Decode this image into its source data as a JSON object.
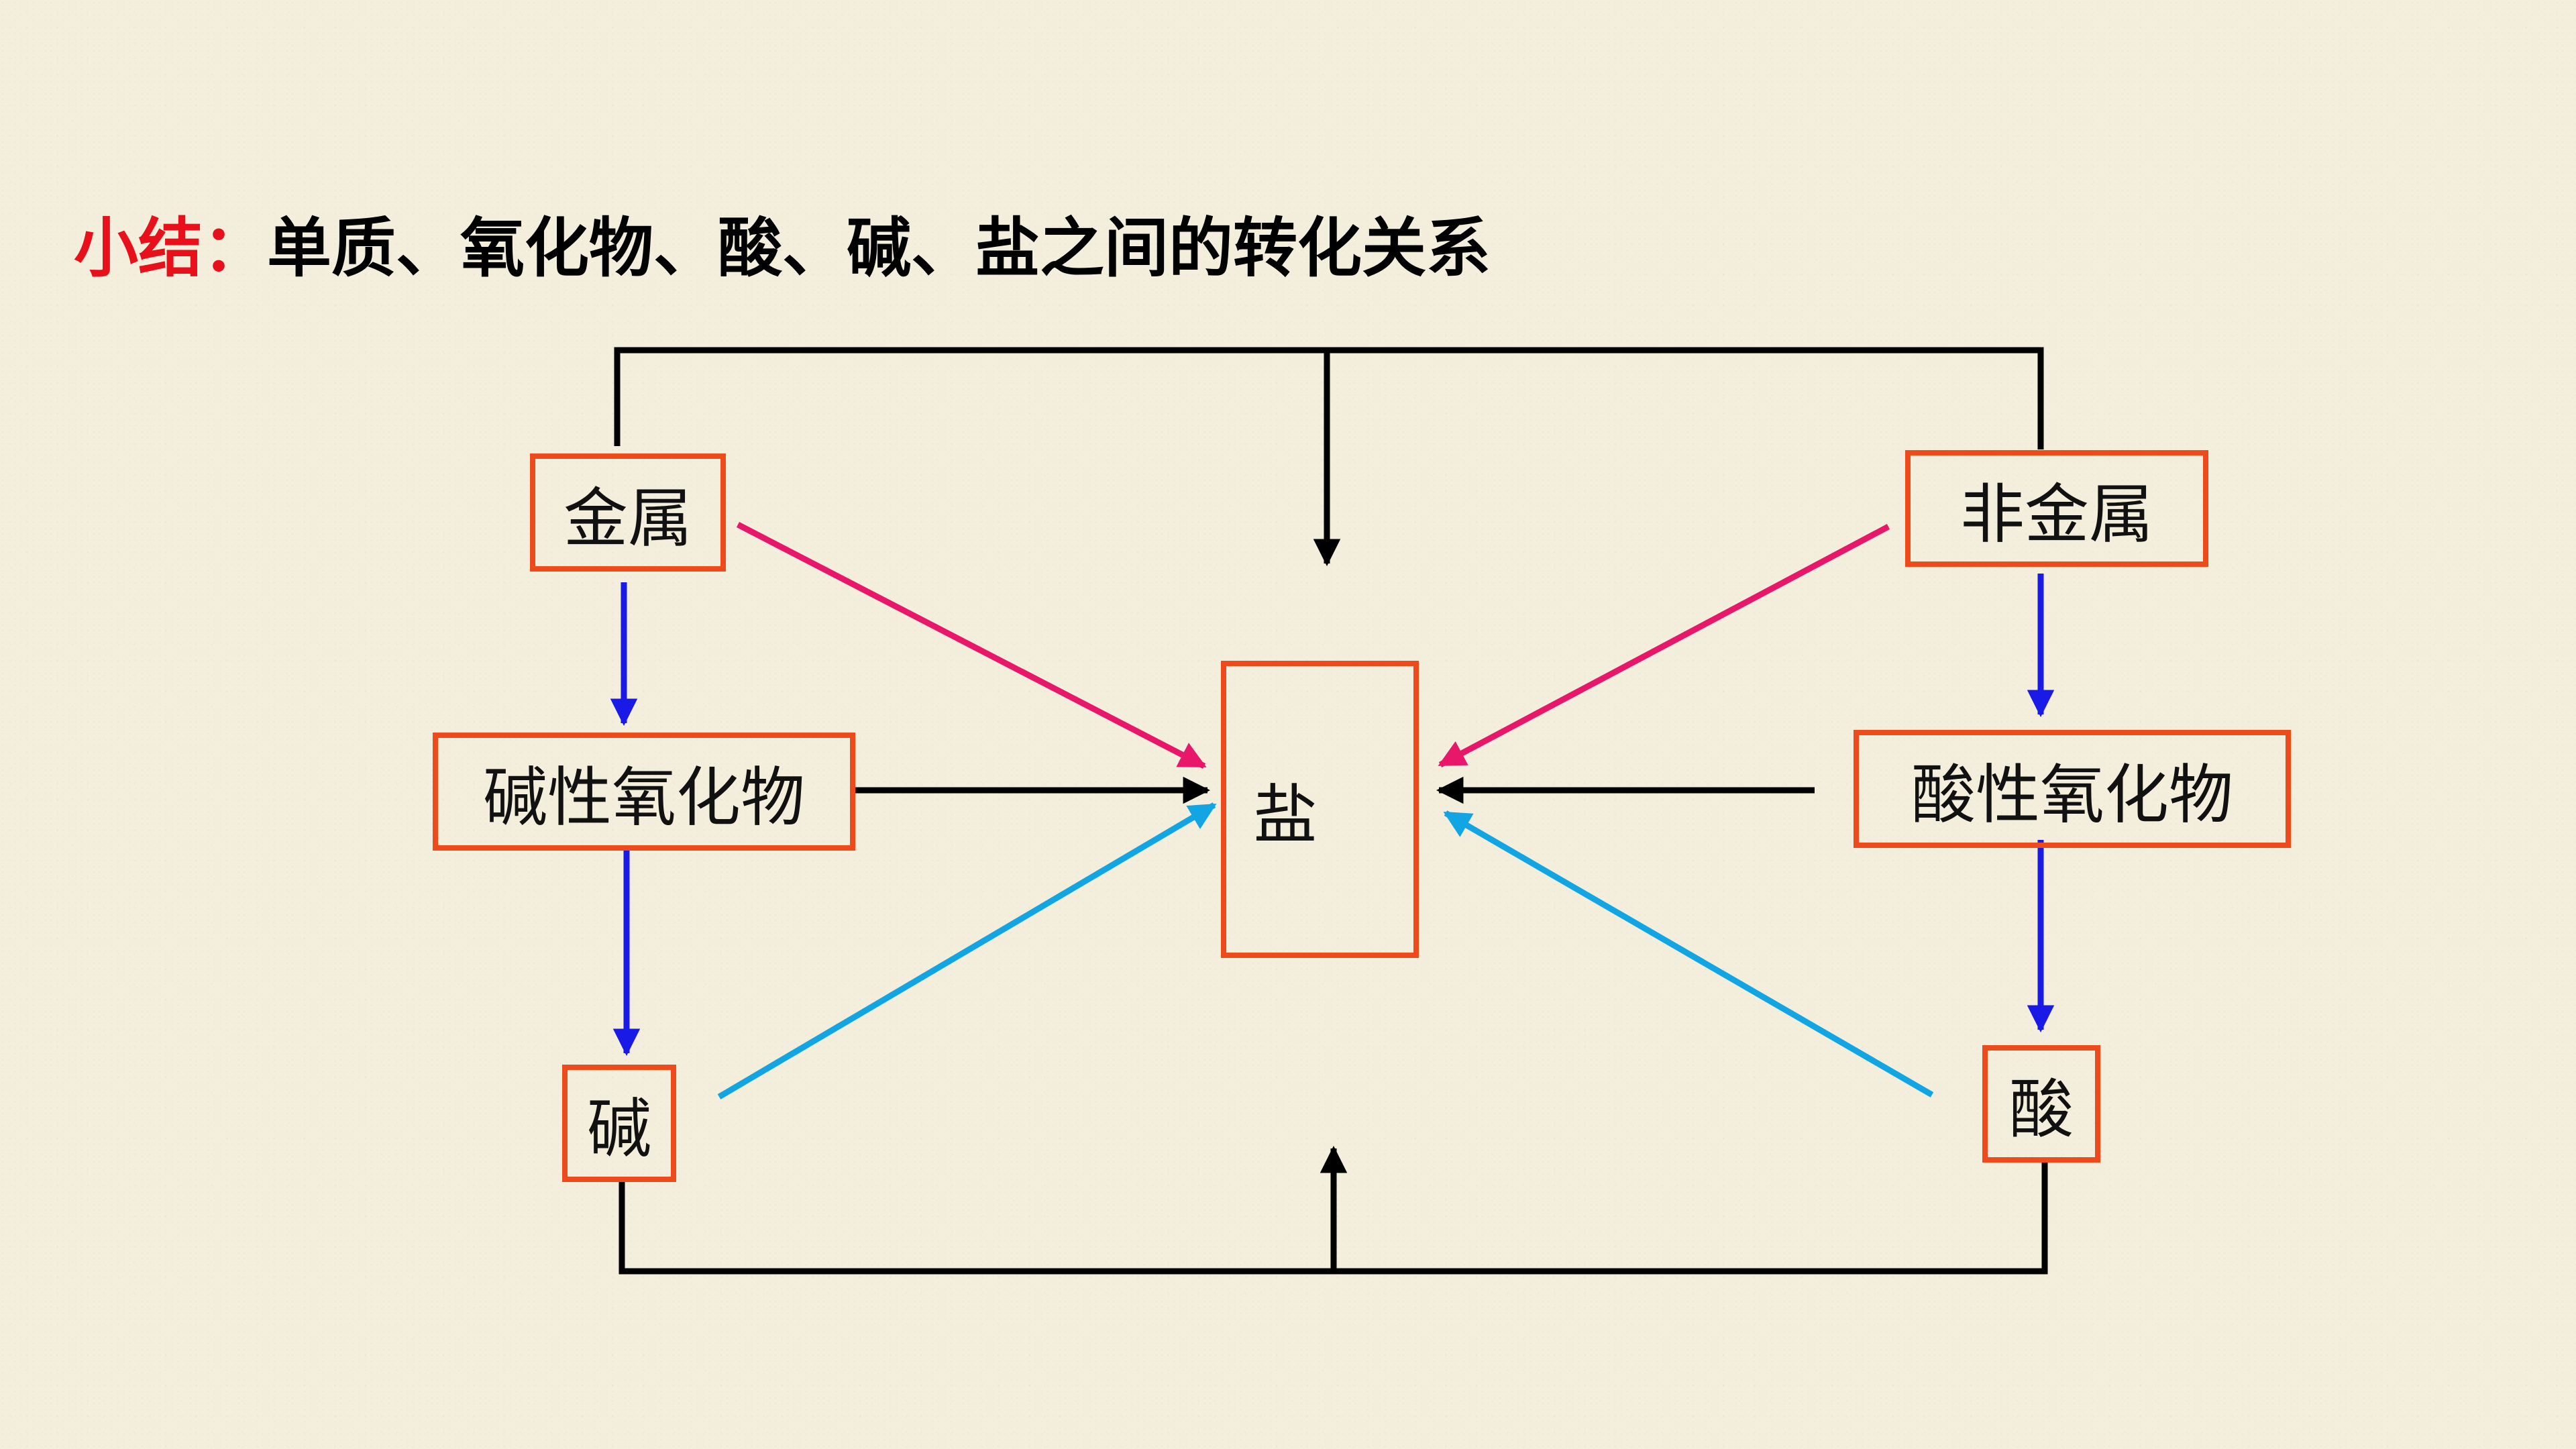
{
  "title": {
    "lead": "小结：",
    "text": "单质、氧化物、酸、碱、盐之间的转化关系"
  },
  "nodes": {
    "metal": "金属",
    "nonmetal": "非金属",
    "basic_oxide": "碱性氧化物",
    "acidic_oxide": "酸性氧化物",
    "base": "碱",
    "acid": "酸",
    "salt": "盐"
  },
  "colors": {
    "box_border": "#ee4a1c",
    "pink_arrow": "#e8176a",
    "blue_arrow": "#1a1ae6",
    "cyan_arrow": "#12a5e4",
    "black_line": "#000000",
    "title_red": "#e8101a"
  }
}
